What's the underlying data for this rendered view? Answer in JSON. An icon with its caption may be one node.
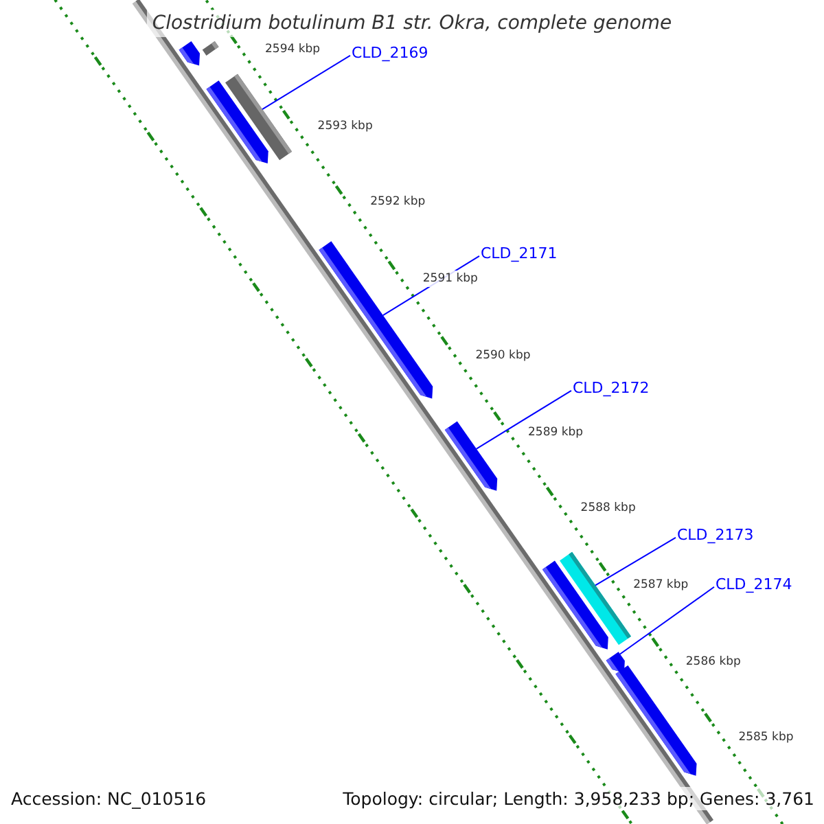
{
  "diagram": {
    "title": "Clostridium botulinum B1 str. Okra, complete genome",
    "nodes": [
      {
        "text": [],
        "shape": "arrow"
      },
      {
        "text": [],
        "shape": "bar"
      },
      {
        "text": [
          "CLD_2169"
        ]
      },
      {
        "text": [],
        "shape": "arrow"
      },
      {
        "text": [],
        "shape": "bar"
      },
      {
        "text": [
          "CLD_2171"
        ]
      },
      {
        "text": [],
        "shape": "arrow"
      },
      {
        "text": [
          "CLD_2172"
        ]
      },
      {
        "text": [],
        "shape": "arrow"
      },
      {
        "text": [
          "CLD_2173"
        ]
      },
      {
        "text": [],
        "shape": "bar"
      },
      {
        "text": [],
        "shape": "arrow"
      },
      {
        "text": [
          "CLD_2174"
        ]
      },
      {
        "text": [],
        "shape": "arrow"
      },
      {
        "text": [],
        "shape": "arrow"
      }
    ],
    "edges": [
      {
        "from": 2,
        "to": 4,
        "arrow": "none"
      },
      {
        "from": 5,
        "to": 6,
        "arrow": "none"
      },
      {
        "from": 7,
        "to": 8,
        "arrow": "none"
      },
      {
        "from": 9,
        "to": 10,
        "arrow": "none"
      },
      {
        "from": 12,
        "to": 13,
        "arrow": "none"
      }
    ],
    "labels": [
      "2594 kbp",
      "2593 kbp",
      "2592 kbp",
      "2591 kbp",
      "2590 kbp",
      "2589 kbp",
      "2588 kbp",
      "2587 kbp",
      "2586 kbp",
      "2585 kbp",
      "Accession: NC_010516",
      "Topology: circular; Length: 3,958,233 bp; Genes: 3,761"
    ]
  }
}
